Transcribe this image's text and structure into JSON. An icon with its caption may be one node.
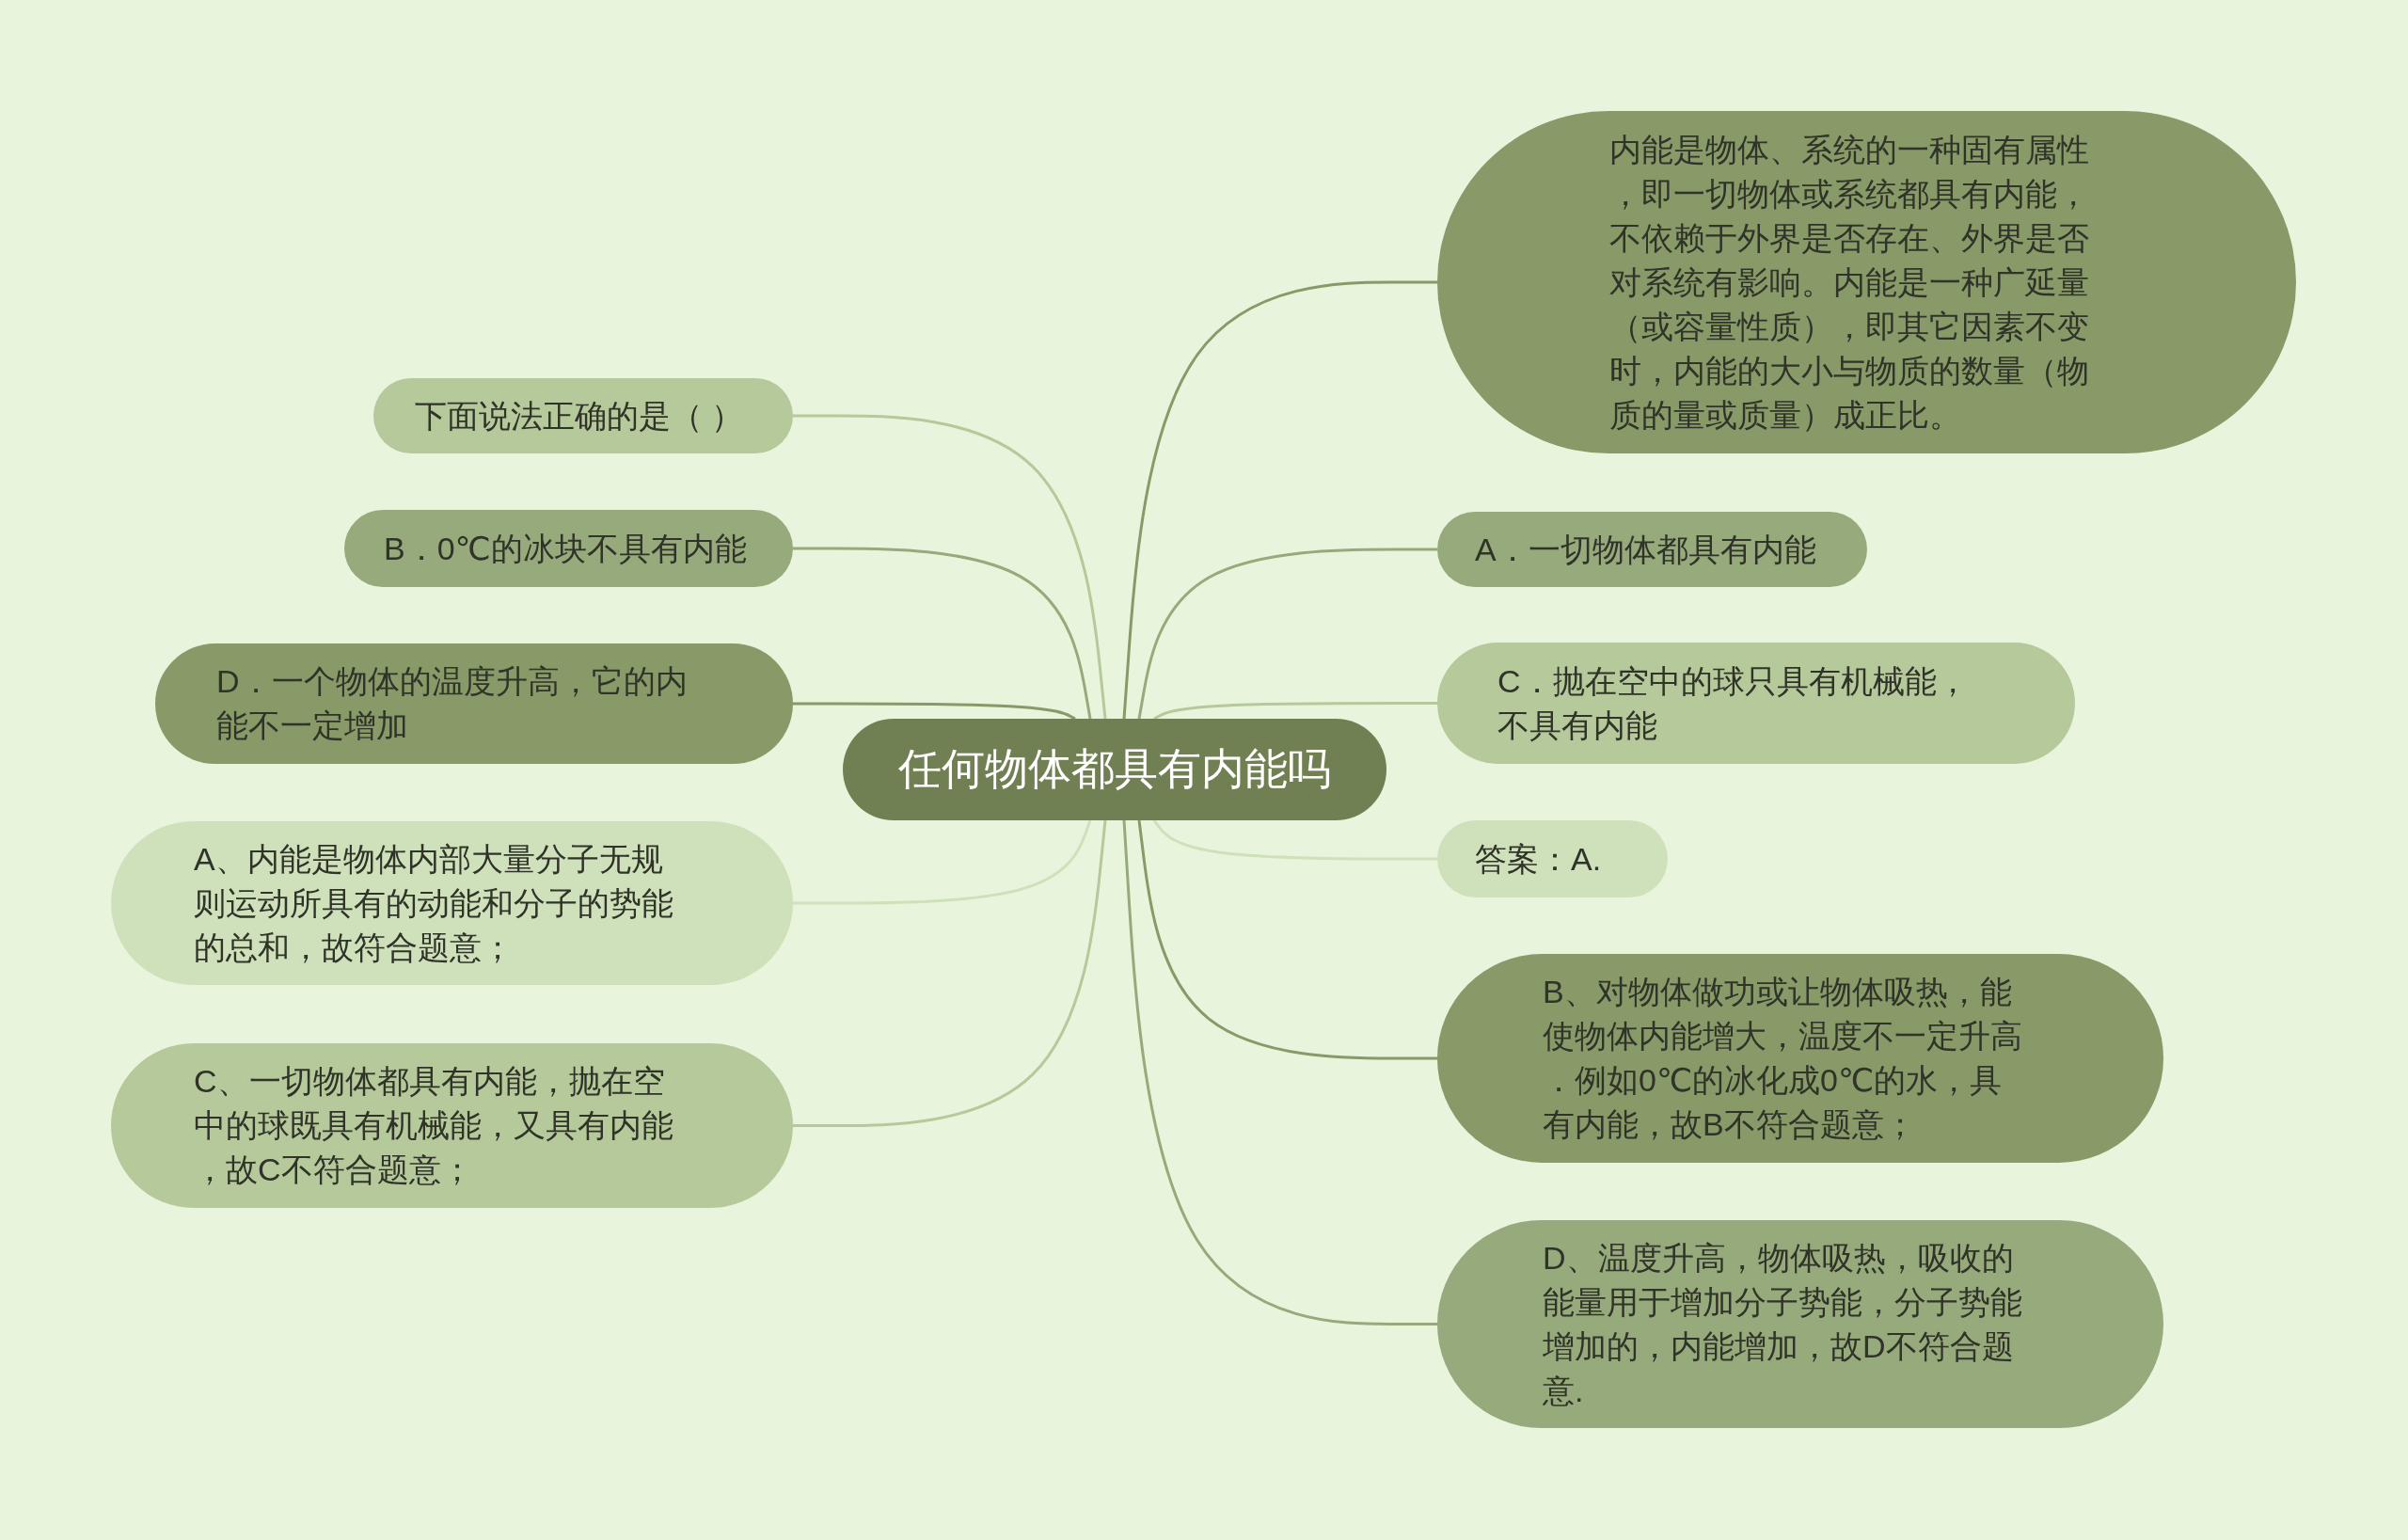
{
  "diagram": {
    "nodes": [
      {
        "text": [
          "任何物体都具有内能吗"
        ]
      },
      {
        "text": [
          "内能是物体、系统的一种固有属性，即一切物体或系统都具有内能，不依赖于外界是否存在、外界是否对系统有影响。内能是一种广延量（或容量性质），即其它因素不变时，内能的大小与物质的数量（物质的量或质量）成正比。"
        ]
      },
      {
        "text": [
          "A．一切物体都具有内能"
        ]
      },
      {
        "text": [
          "C．抛在空中的球只具有机械能，不具有内能"
        ]
      },
      {
        "text": [
          "答案：A."
        ]
      },
      {
        "text": [
          "B、对物体做功或让物体吸热，能使物体内能增大，温度不一定升高．例如0℃的冰化成0℃的水，具有内能，故B不符合题意；"
        ]
      },
      {
        "text": [
          "D、温度升高，物体吸热，吸收的能量用于增加分子势能，分子势能增加的，内能增加，故D不符合题意."
        ]
      },
      {
        "text": [
          "下面说法正确的是（ ）"
        ]
      },
      {
        "text": [
          "B．0℃的冰块不具有内能"
        ]
      },
      {
        "text": [
          "D．一个物体的温度升高，它的内能不一定增加"
        ]
      },
      {
        "text": [
          "A、内能是物体内部大量分子无规则运动所具有的动能和分子的势能的总和，故符合题意；"
        ]
      },
      {
        "text": [
          "C、一切物体都具有内能，抛在空中的球既具有机械能，又具有内能，故C不符合题意；"
        ]
      }
    ],
    "edges": [
      {
        "from": 0,
        "to": 1,
        "arrow": "none",
        "color": "#879a68"
      },
      {
        "from": 0,
        "to": 2,
        "arrow": "none",
        "color": "#97aa7b"
      },
      {
        "from": 0,
        "to": 3,
        "arrow": "none",
        "color": "#b5c99b"
      },
      {
        "from": 0,
        "to": 4,
        "arrow": "none",
        "color": "#cfe1ba"
      },
      {
        "from": 0,
        "to": 5,
        "arrow": "none",
        "color": "#879a68"
      },
      {
        "from": 0,
        "to": 6,
        "arrow": "none",
        "color": "#97aa7b"
      },
      {
        "from": 0,
        "to": 7,
        "arrow": "none",
        "color": "#b5c99b"
      },
      {
        "from": 0,
        "to": 8,
        "arrow": "none",
        "color": "#97aa7b"
      },
      {
        "from": 0,
        "to": 9,
        "arrow": "none",
        "color": "#879a68"
      },
      {
        "from": 0,
        "to": 10,
        "arrow": "none",
        "color": "#cfe1ba"
      },
      {
        "from": 0,
        "to": 11,
        "arrow": "none",
        "color": "#b5c99b"
      }
    ]
  }
}
